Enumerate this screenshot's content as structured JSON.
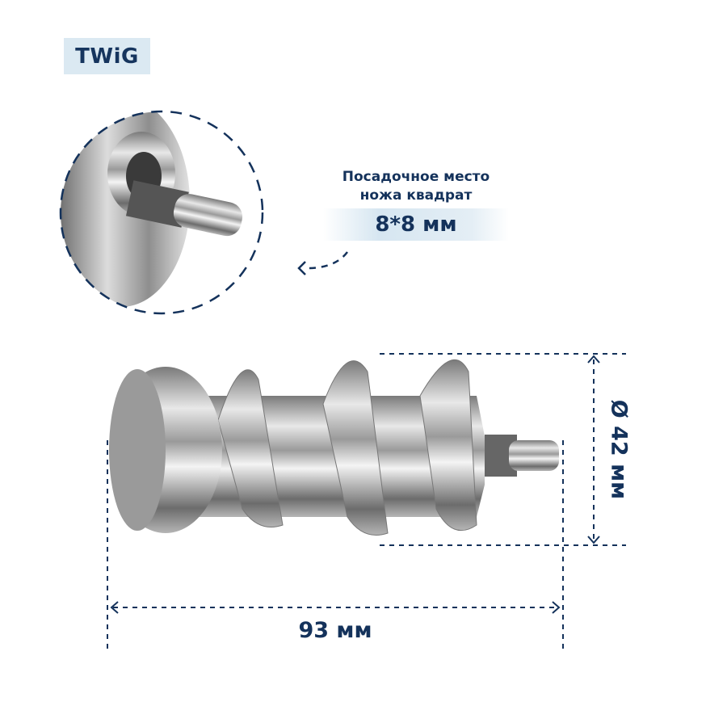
{
  "brand": {
    "logo_text": "TWiG"
  },
  "callout": {
    "line1": "Посадочное место",
    "line2": "ножа квадрат",
    "size": "8*8 мм"
  },
  "dimensions": {
    "length": "93 мм",
    "diameter": "Ø 42 мм"
  },
  "colors": {
    "accent": "#14325b",
    "logo_bg": "#dbe9f2"
  }
}
